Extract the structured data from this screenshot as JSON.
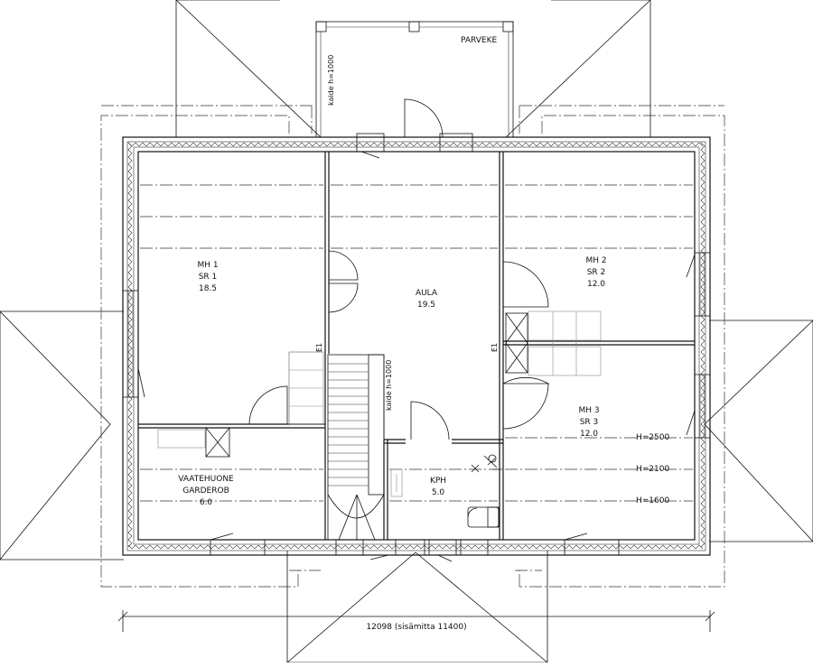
{
  "balcony": {
    "label": "PARVEKE",
    "rail_note": "kaide h=1000"
  },
  "stair": {
    "rail_note": "kaide h=1000"
  },
  "rooms": {
    "mh1": {
      "name": "MH 1",
      "name2": "SR 1",
      "area": "18.5"
    },
    "aula": {
      "name": "AULA",
      "area": "19.5"
    },
    "mh2": {
      "name": "MH 2",
      "name2": "SR 2",
      "area": "12.0"
    },
    "mh3": {
      "name": "MH 3",
      "name2": "SR 3",
      "area": "12.0"
    },
    "vaatehuone": {
      "name": "VAATEHUONE",
      "name2": "GARDEROB",
      "area": "6.0"
    },
    "kph": {
      "name": "KPH",
      "area": "5.0"
    }
  },
  "height_marks": [
    "H=2500",
    "H=2100",
    "H=1600"
  ],
  "closet_marks": {
    "left": "E1",
    "right": "E1"
  },
  "dimension": {
    "text": "12098 (sisämitta 11400)"
  }
}
